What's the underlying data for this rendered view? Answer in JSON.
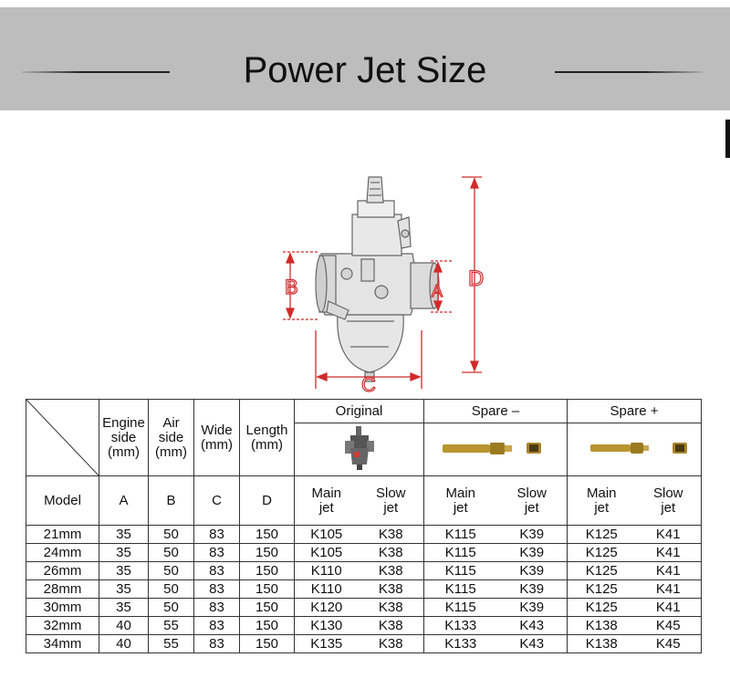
{
  "title": "Power Jet Size",
  "diagram_labels": {
    "a": "A",
    "b": "B",
    "c": "C",
    "d": "D"
  },
  "table": {
    "group_headers": {
      "original": "Original",
      "spare_minus": "Spare –",
      "spare_plus": "Spare +"
    },
    "col_headers": {
      "engine_side": [
        "Engine",
        "side",
        "(mm)"
      ],
      "air_side": [
        "Air",
        "side",
        "(mm)"
      ],
      "wide": [
        "Wide",
        "(mm)"
      ],
      "length": [
        "Length",
        "(mm)"
      ]
    },
    "key_row": {
      "model": "Model",
      "a": "A",
      "b": "B",
      "c": "C",
      "d": "D",
      "main_jet": [
        "Main",
        "jet"
      ],
      "slow_jet": [
        "Slow",
        "jet"
      ]
    },
    "rows": [
      [
        "21mm",
        "35",
        "50",
        "83",
        "150",
        "K105",
        "K38",
        "K115",
        "K39",
        "K125",
        "K41"
      ],
      [
        "24mm",
        "35",
        "50",
        "83",
        "150",
        "K105",
        "K38",
        "K115",
        "K39",
        "K125",
        "K41"
      ],
      [
        "26mm",
        "35",
        "50",
        "83",
        "150",
        "K110",
        "K38",
        "K115",
        "K39",
        "K125",
        "K41"
      ],
      [
        "28mm",
        "35",
        "50",
        "83",
        "150",
        "K110",
        "K38",
        "K115",
        "K39",
        "K125",
        "K41"
      ],
      [
        "30mm",
        "35",
        "50",
        "83",
        "150",
        "K120",
        "K38",
        "K115",
        "K39",
        "K125",
        "K41"
      ],
      [
        "32mm",
        "40",
        "55",
        "83",
        "150",
        "K130",
        "K38",
        "K133",
        "K43",
        "K138",
        "K45"
      ],
      [
        "34mm",
        "40",
        "55",
        "83",
        "150",
        "K135",
        "K38",
        "K133",
        "K43",
        "K138",
        "K45"
      ]
    ]
  },
  "colors": {
    "banner": "#bdbdbd",
    "accent_red": "#e0202a",
    "dimension_line": "#d12a2a",
    "brass": "#b8952e"
  }
}
